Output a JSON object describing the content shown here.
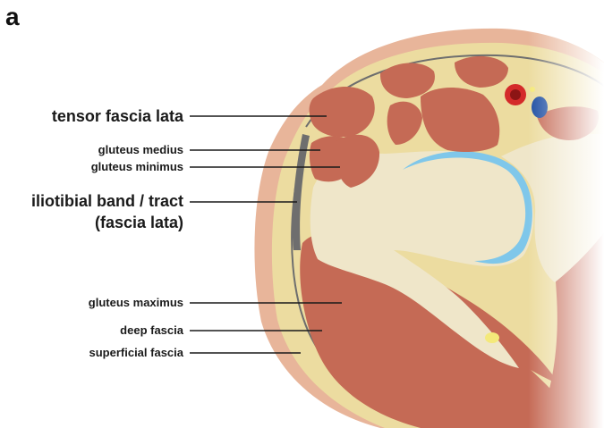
{
  "figure": {
    "panel_letter": "a",
    "labels": {
      "tensor_fascia_lata": "tensor fascia lata",
      "gluteus_medius": "gluteus medius",
      "gluteus_minimus": "gluteus minimus",
      "iliotibial_line1": "iliotibial band / tract",
      "iliotibial_line2": "(fascia lata)",
      "gluteus_maximus": "gluteus maximus",
      "deep_fascia": "deep fascia",
      "superficial_fascia": "superficial fascia"
    },
    "colors": {
      "skin": "#e8b59a",
      "subcutaneous_fat": "#ecdca0",
      "muscle": "#c56a55",
      "bone": "#efe6c9",
      "cartilage": "#7fc7ea",
      "fascia": "#6e6e6e",
      "artery": "#d42a2a",
      "vein": "#1f4fa3"
    }
  }
}
